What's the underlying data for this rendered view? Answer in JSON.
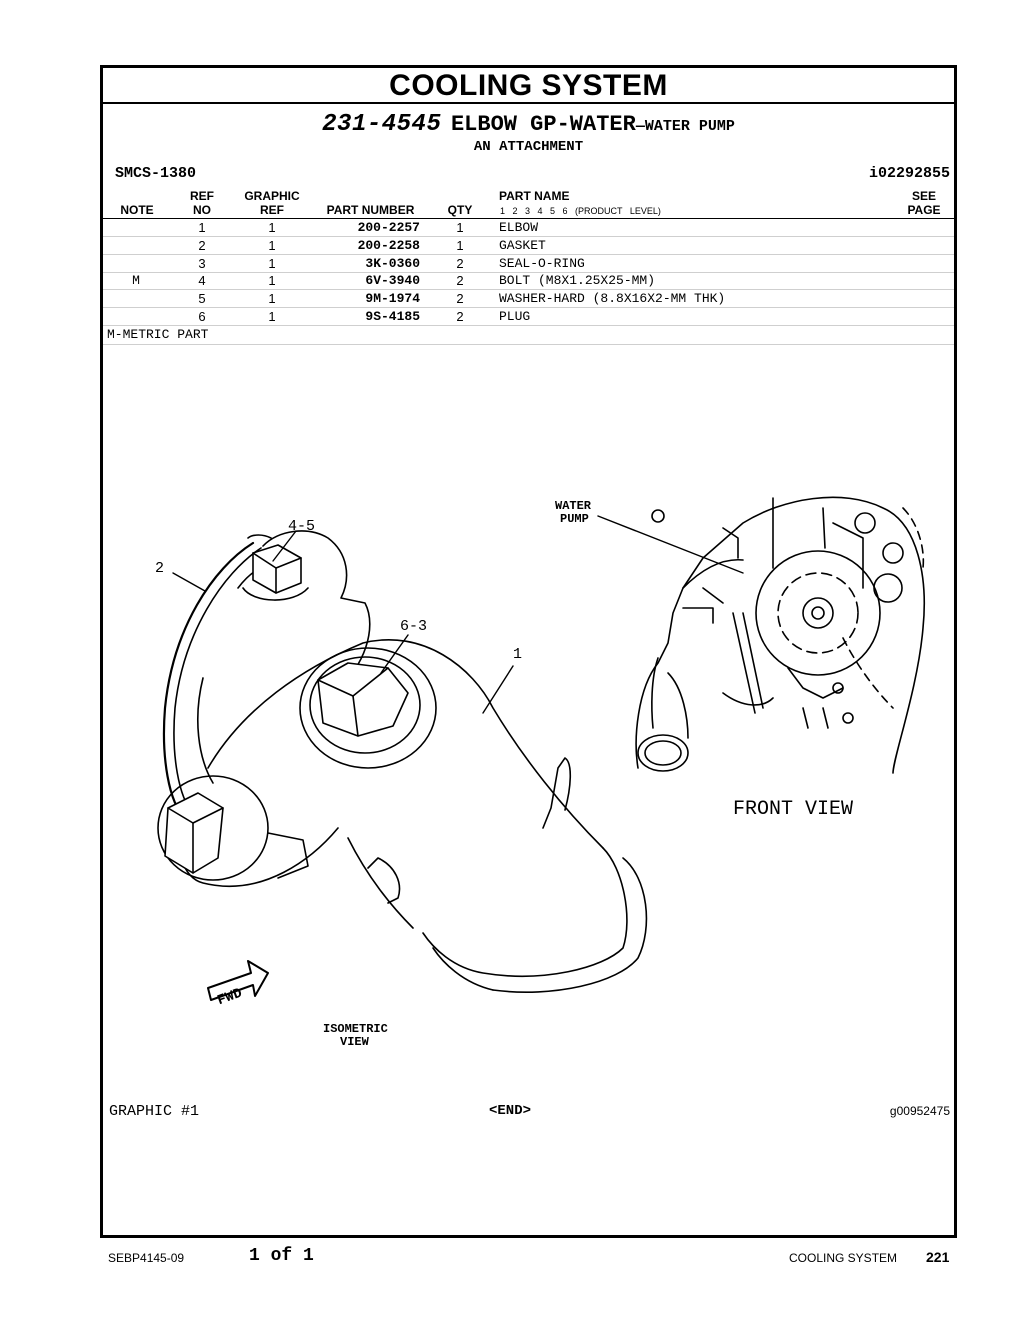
{
  "header": {
    "title": "COOLING SYSTEM",
    "group_number": "231-4545",
    "group_name": "ELBOW GP-WATER",
    "group_desc": "—WATER PUMP",
    "subtitle": "AN ATTACHMENT",
    "smcs": "SMCS-1380",
    "info_ref": "i02292855"
  },
  "table": {
    "columns": {
      "note": "NOTE",
      "ref_no": "REF\nNO",
      "graphic_ref": "GRAPHIC\nREF",
      "part_number": "PART NUMBER",
      "qty": "QTY",
      "part_name": "PART NAME",
      "product_level": "1 2 3 4 5 6 (PRODUCT LEVEL)",
      "see_page": "SEE\nPAGE"
    },
    "rows": [
      {
        "note": "",
        "ref": "1",
        "gref": "1",
        "pn": "200-2257",
        "qty": "1",
        "name": "ELBOW"
      },
      {
        "note": "",
        "ref": "2",
        "gref": "1",
        "pn": "200-2258",
        "qty": "1",
        "name": "GASKET"
      },
      {
        "note": "",
        "ref": "3",
        "gref": "1",
        "pn": "3K-0360",
        "qty": "2",
        "name": "SEAL-O-RING"
      },
      {
        "note": "M",
        "ref": "4",
        "gref": "1",
        "pn": "6V-3940",
        "qty": "2",
        "name": "BOLT (M8X1.25X25-MM)"
      },
      {
        "note": "",
        "ref": "5",
        "gref": "1",
        "pn": "9M-1974",
        "qty": "2",
        "name": "WASHER-HARD (8.8X16X2-MM THK)"
      },
      {
        "note": "",
        "ref": "6",
        "gref": "1",
        "pn": "9S-4185",
        "qty": "2",
        "name": "PLUG"
      }
    ],
    "footnote": "M-METRIC PART"
  },
  "graphic": {
    "callouts": {
      "c2": "2",
      "c45": "4-5",
      "c63": "6-3",
      "c1": "1"
    },
    "water_pump_label_1": "WATER",
    "water_pump_label_2": "PUMP",
    "front_view": "FRONT VIEW",
    "iso_view_1": "ISOMETRIC",
    "iso_view_2": "VIEW",
    "fwd": "FWD",
    "caption": "GRAPHIC #1",
    "end_marker": "<END>",
    "graphic_id": "g00952475"
  },
  "footer": {
    "doc_number": "SEBP4145-09",
    "page_of": "1 of 1",
    "section": "COOLING SYSTEM",
    "page_number": "221"
  }
}
